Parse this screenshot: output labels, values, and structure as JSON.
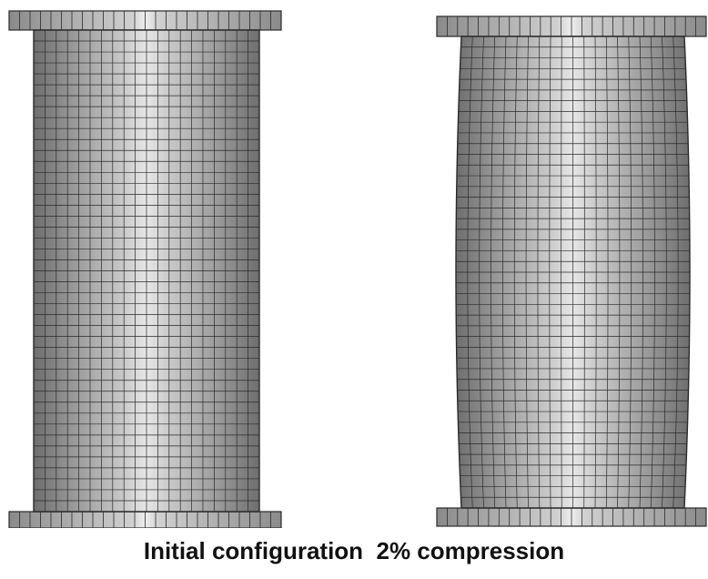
{
  "caption": "Initial configuration  2% compression",
  "colors": {
    "background": "#ffffff",
    "mesh_line": "#2a2a2a",
    "shade_dark": "#707070",
    "shade_light": "#d6d6d6",
    "highlight": "#e9e9e9"
  },
  "specimens": [
    {
      "state": "initial",
      "compression_percent": 0
    },
    {
      "state": "compressed",
      "compression_percent": 2
    }
  ]
}
